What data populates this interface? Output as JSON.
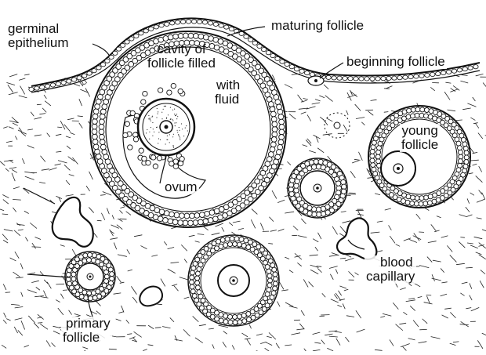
{
  "labels": {
    "germinal_epithelium": [
      "germinal",
      "epithelium"
    ],
    "maturing_follicle": "maturing follicle",
    "cavity": [
      "cavity of",
      "follicle filled",
      "with",
      "fluid"
    ],
    "beginning_follicle": "beginning follicle",
    "young_follicle": [
      "young",
      "follicle"
    ],
    "ovum": "ovum",
    "blood_capillary": [
      "blood",
      "capillary"
    ],
    "primary_follicle": [
      "primary",
      "follicle"
    ]
  },
  "colors": {
    "ink": "#111111",
    "paper": "#ffffff"
  }
}
